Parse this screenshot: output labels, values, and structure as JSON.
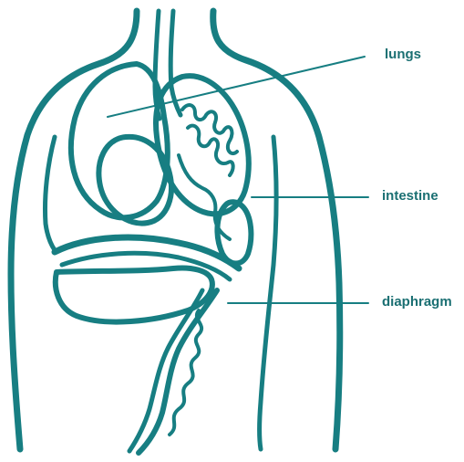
{
  "colors": {
    "outline": "#177E82",
    "label_text": "#1a6f72",
    "background": "#ffffff"
  },
  "labels": {
    "lungs": "lungs",
    "intestine": "intestine",
    "diaphragm": "diaphragm"
  }
}
